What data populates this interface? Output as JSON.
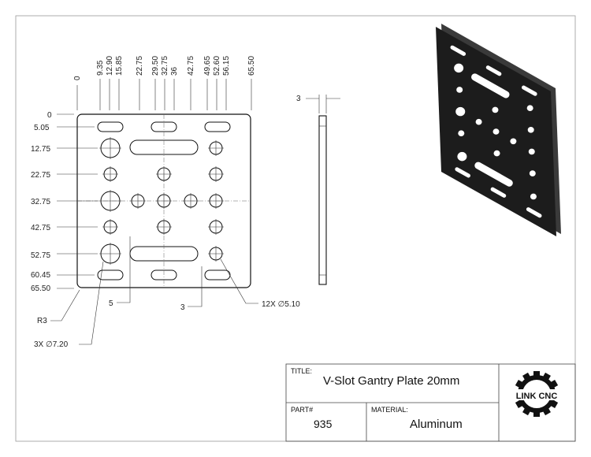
{
  "dimensions": {
    "x_labels": [
      "0",
      "9.35",
      "12.90",
      "15.85",
      "22.75",
      "29.50",
      "32.75",
      "36",
      "42.75",
      "49.65",
      "52.60",
      "56.15",
      "65.50"
    ],
    "y_labels": [
      "0",
      "5.05",
      "12.75",
      "22.75",
      "32.75",
      "42.75",
      "52.75",
      "60.45",
      "65.50"
    ],
    "thickness": "3",
    "slot_spacing": "5",
    "slot_offset": "3",
    "radius_note": "R3",
    "large_hole_note": "3X ∅7.20",
    "small_hole_note": "12X ∅5.10"
  },
  "title_block": {
    "title_label": "TITLE:",
    "title_value": "V-Slot Gantry Plate 20mm",
    "part_label": "PART#",
    "part_value": "935",
    "material_label": "MATERIAL:",
    "material_value": "Aluminum",
    "logo_text": "LINK CNC"
  },
  "colors": {
    "line": "#111111",
    "plate_3d": "#1c1c1c",
    "plate_edge": "#3a3a3a"
  }
}
